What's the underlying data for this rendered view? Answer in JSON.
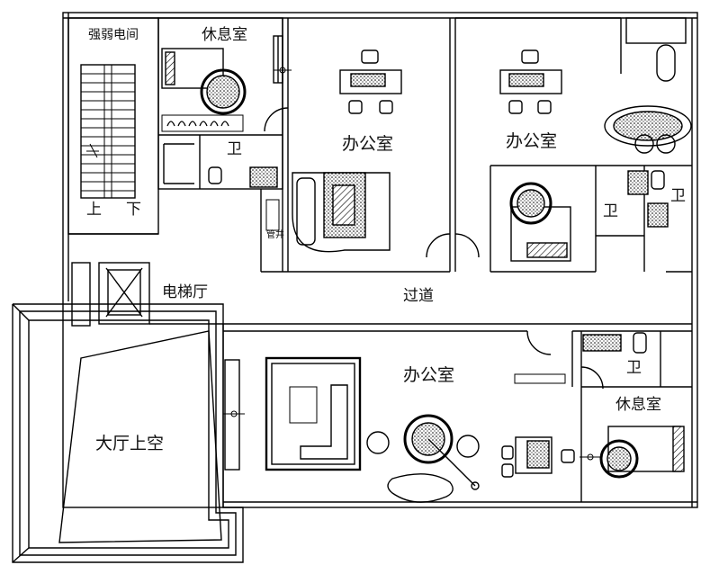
{
  "labels": {
    "weak_current_room": "强弱电间",
    "lounge_top": "休息室",
    "wc_top_left": "卫",
    "office_center": "办公室",
    "office_right": "办公室",
    "pipe_shaft": "管井",
    "stair_up": "上",
    "stair_down": "下",
    "wc_right_a": "卫",
    "wc_right_b": "卫",
    "elevator_hall": "电梯厅",
    "corridor": "过道",
    "office_bottom": "办公室",
    "wc_bottom": "卫",
    "lounge_bottom": "休息室",
    "void_over_hall": "大厅上空"
  },
  "colors": {
    "line": "#000000",
    "background": "#ffffff"
  }
}
